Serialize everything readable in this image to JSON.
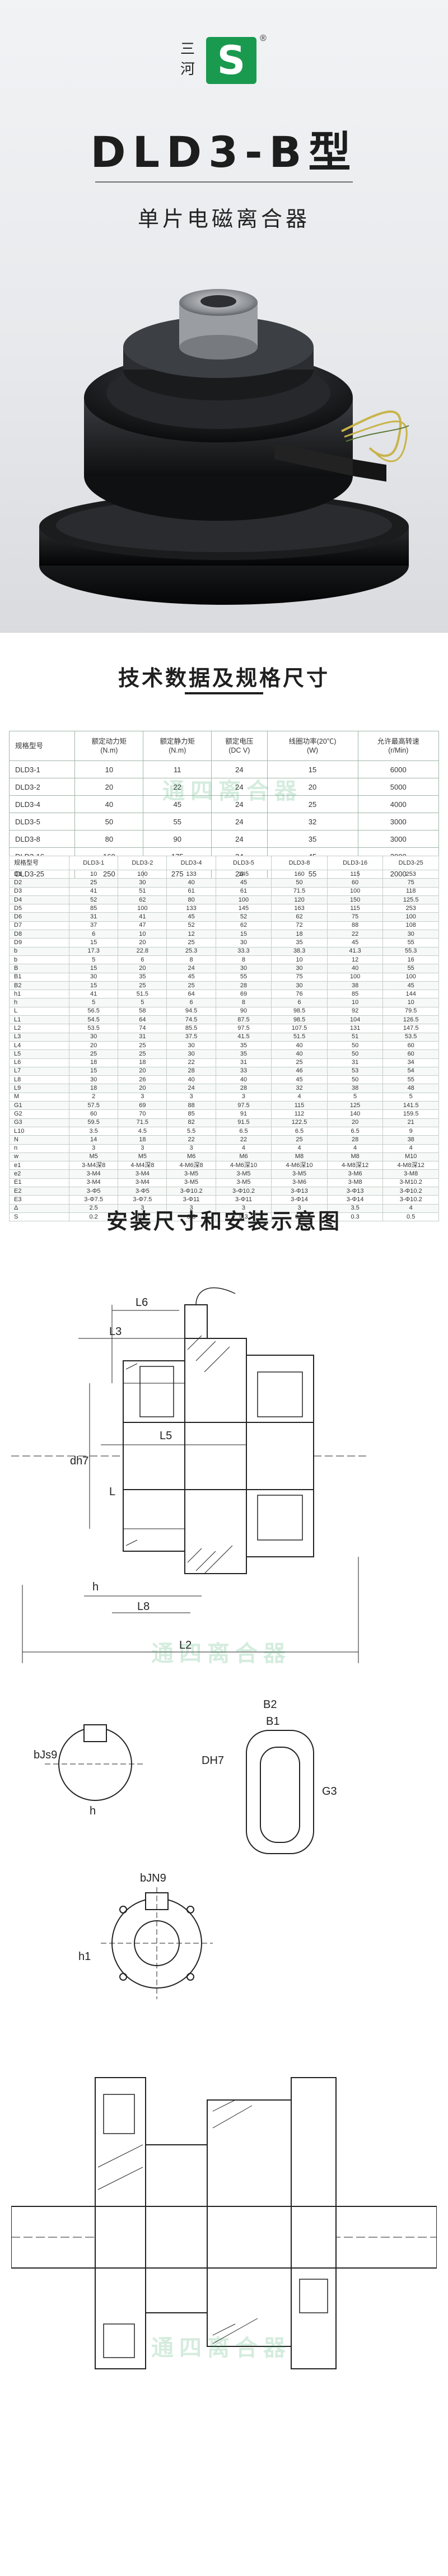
{
  "brand": {
    "logo_cn": "三河",
    "logo_mark": "S",
    "registered": "®",
    "brand_green": "#1a9a4f"
  },
  "hero": {
    "model": "DLD3-B型",
    "product_type": "单片电磁离合器"
  },
  "spec_section": {
    "title": "技术数据及规格尺寸",
    "table1": {
      "headers": [
        "规格型号",
        "额定动力矩\n(N.m)",
        "额定静力矩\n(N.m)",
        "额定电压\n(DC V)",
        "线圈功率(20℃)\n(W)",
        "允许最高转速\n(r/Min)"
      ],
      "rows": [
        [
          "DLD3-1",
          "10",
          "11",
          "24",
          "15",
          "6000"
        ],
        [
          "DLD3-2",
          "20",
          "22",
          "24",
          "20",
          "5000"
        ],
        [
          "DLD3-4",
          "40",
          "45",
          "24",
          "25",
          "4000"
        ],
        [
          "DLD3-5",
          "50",
          "55",
          "24",
          "32",
          "3000"
        ],
        [
          "DLD3-8",
          "80",
          "90",
          "24",
          "35",
          "3000"
        ],
        [
          "DLD3-16",
          "160",
          "175",
          "24",
          "45",
          "2000"
        ],
        [
          "DLD3-25",
          "250",
          "275",
          "24",
          "55",
          "2000"
        ]
      ]
    },
    "table2": {
      "headers": [
        "规格型号",
        "DLD3-1",
        "DLD3-2",
        "DLD3-4",
        "DLD3-5",
        "DLD3-8",
        "DLD3-16",
        "DLD3-25"
      ],
      "rows": [
        [
          "D1",
          "10",
          "100",
          "133",
          "145",
          "160",
          "115",
          "253"
        ],
        [
          "D2",
          "25",
          "30",
          "40",
          "45",
          "50",
          "60",
          "75"
        ],
        [
          "D3",
          "41",
          "51",
          "61",
          "61",
          "71.5",
          "100",
          "118"
        ],
        [
          "D4",
          "52",
          "62",
          "80",
          "100",
          "120",
          "150",
          "125.5"
        ],
        [
          "D5",
          "85",
          "100",
          "133",
          "145",
          "163",
          "115",
          "253"
        ],
        [
          "D6",
          "31",
          "41",
          "45",
          "52",
          "62",
          "75",
          "100"
        ],
        [
          "D7",
          "37",
          "47",
          "52",
          "62",
          "72",
          "88",
          "108"
        ],
        [
          "D8",
          "6",
          "10",
          "12",
          "15",
          "18",
          "22",
          "30"
        ],
        [
          "D9",
          "15",
          "20",
          "25",
          "30",
          "35",
          "45",
          "55"
        ],
        [
          "b",
          "17.3",
          "22.8",
          "25.3",
          "33.3",
          "38.3",
          "41.3",
          "55.3"
        ],
        [
          "b",
          "5",
          "6",
          "8",
          "8",
          "10",
          "12",
          "16"
        ],
        [
          "B",
          "15",
          "20",
          "24",
          "30",
          "30",
          "40",
          "55"
        ],
        [
          "B1",
          "30",
          "35",
          "45",
          "55",
          "75",
          "100",
          "100"
        ],
        [
          "B2",
          "15",
          "25",
          "25",
          "28",
          "30",
          "38",
          "45"
        ],
        [
          "h1",
          "41",
          "51.5",
          "64",
          "69",
          "76",
          "85",
          "144"
        ],
        [
          "h",
          "5",
          "5",
          "6",
          "8",
          "6",
          "10",
          "10"
        ],
        [
          "L",
          "56.5",
          "58",
          "94.5",
          "90",
          "98.5",
          "92",
          "79.5"
        ],
        [
          "L1",
          "54.5",
          "64",
          "74.5",
          "87.5",
          "98.5",
          "104",
          "126.5"
        ],
        [
          "L2",
          "53.5",
          "74",
          "85.5",
          "97.5",
          "107.5",
          "131",
          "147.5"
        ],
        [
          "L3",
          "30",
          "31",
          "37.5",
          "41.5",
          "51.5",
          "51",
          "53.5"
        ],
        [
          "L4",
          "20",
          "25",
          "30",
          "35",
          "40",
          "50",
          "60"
        ],
        [
          "L5",
          "25",
          "25",
          "30",
          "35",
          "40",
          "50",
          "60"
        ],
        [
          "L6",
          "18",
          "18",
          "22",
          "31",
          "25",
          "31",
          "34"
        ],
        [
          "L7",
          "15",
          "20",
          "28",
          "33",
          "46",
          "53",
          "54"
        ],
        [
          "L8",
          "30",
          "26",
          "40",
          "40",
          "45",
          "50",
          "55"
        ],
        [
          "L9",
          "18",
          "20",
          "24",
          "28",
          "32",
          "38",
          "48"
        ],
        [
          "M",
          "2",
          "3",
          "3",
          "3",
          "4",
          "5",
          "5"
        ],
        [
          "G1",
          "57.5",
          "69",
          "88",
          "97.5",
          "115",
          "125",
          "141.5"
        ],
        [
          "G2",
          "60",
          "70",
          "85",
          "91",
          "112",
          "140",
          "159.5"
        ],
        [
          "G3",
          "59.5",
          "71.5",
          "82",
          "91.5",
          "122.5",
          "20",
          "21"
        ],
        [
          "L10",
          "3.5",
          "4.5",
          "5.5",
          "6.5",
          "6.5",
          "6.5",
          "9"
        ],
        [
          "N",
          "14",
          "18",
          "22",
          "22",
          "25",
          "28",
          "38"
        ],
        [
          "n",
          "3",
          "3",
          "3",
          "4",
          "4",
          "4",
          "4"
        ],
        [
          "w",
          "M5",
          "M5",
          "M6",
          "M6",
          "M8",
          "M8",
          "M10"
        ],
        [
          "e1",
          "3-M4深8",
          "4-M4深8",
          "4-M6深8",
          "4-M6深10",
          "4-M6深10",
          "4-M8深12",
          "4-M8深12"
        ],
        [
          "e2",
          "3-M4",
          "3-M4",
          "3-M5",
          "3-M5",
          "3-M5",
          "3-M6",
          "3-M8"
        ],
        [
          "E1",
          "3-M4",
          "3-M4",
          "3-M5",
          "3-M5",
          "3-M6",
          "3-M8",
          "3-M10.2"
        ],
        [
          "E2",
          "3-Φ5",
          "3-Φ5",
          "3-Φ10.2",
          "3-Φ10.2",
          "3-Φ13",
          "3-Φ13",
          "3-Φ10.2"
        ],
        [
          "E3",
          "3-Φ7.5",
          "3-Φ7.5",
          "3-Φ11",
          "3-Φ11",
          "3-Φ14",
          "3-Φ14",
          "3-Φ10.2"
        ],
        [
          "Δ",
          "2.5",
          "3",
          "3",
          "3",
          "3",
          "3.5",
          "4"
        ],
        [
          "S",
          "0.2",
          "0.2",
          "0.3",
          "0.3",
          "0.3",
          "0.3",
          "0.5"
        ]
      ]
    }
  },
  "install_section": {
    "title": "安装尺寸和安装示意图",
    "dim_labels": [
      "L6",
      "L3",
      "dh7",
      "L5",
      "L",
      "h",
      "L8",
      "L2",
      "B2",
      "B1",
      "bJs9",
      "DH7",
      "G3",
      "h",
      "bJN9",
      "h1"
    ]
  },
  "watermark": "通四离合器"
}
